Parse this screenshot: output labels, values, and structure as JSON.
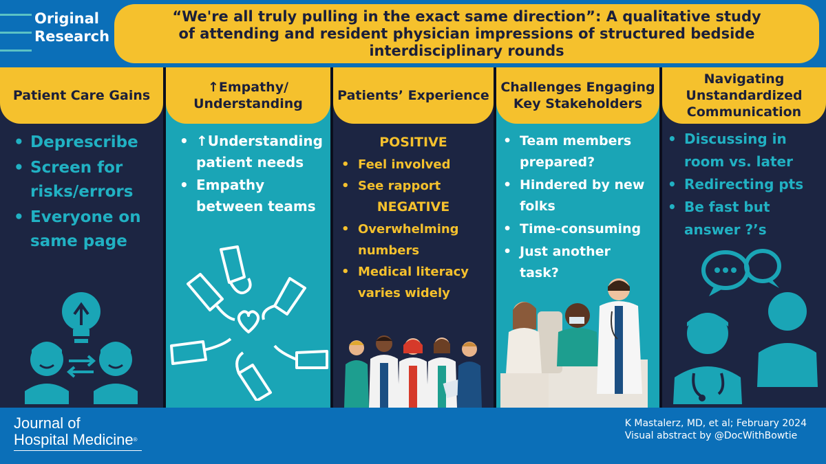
{
  "header": {
    "label": "Original Research",
    "title": "“We're all truly pulling in the exact same direction”: A qualitative study of attending and resident physician impressions of structured bedside interdisciplinary rounds"
  },
  "panels": [
    {
      "heading": "Patient Care Gains",
      "items": [
        "Deprescribe",
        "Screen for risks/errors",
        "Everyone on same page"
      ],
      "illustration": "lightbulb-two-people-exchange-icon"
    },
    {
      "heading": "↑Empathy/ Understanding",
      "items": [
        "↑Understanding patient needs",
        "Empathy between teams"
      ],
      "illustration": "hands-circle-heart-icon"
    },
    {
      "heading": "Patients’ Experience",
      "positive_label": "POSITIVE",
      "positive_items": [
        "Feel involved",
        "See rapport"
      ],
      "negative_label": "NEGATIVE",
      "negative_items": [
        "Overwhelming numbers",
        "Medical literacy varies widely"
      ],
      "illustration": "healthcare-team-group-icon"
    },
    {
      "heading": "Challenges Engaging Key Stakeholders",
      "items": [
        "Team members prepared?",
        "Hindered by new folks",
        "Time-consuming",
        "Just another task?"
      ],
      "illustration": "bedside-rounds-scene-icon"
    },
    {
      "heading": "Navigating Unstandardized Communication",
      "items": [
        "Discussing in room vs. later",
        "Redirecting pts",
        "Be fast but answer ?’s"
      ],
      "illustration": "doctor-patient-speech-bubbles-icon"
    }
  ],
  "footer": {
    "journal_line1": "Journal of",
    "journal_line2": "Hospital Medicine",
    "citation": "K Mastalerz, MD, et al; February 2024",
    "visual_credit": "Visual abstract by @DocWithBowtie"
  },
  "colors": {
    "blue": "#0b6fb8",
    "navy": "#1c2542",
    "teal": "#1aa5b6",
    "yellow": "#f5c12d",
    "teal_text": "#21b1c3"
  }
}
